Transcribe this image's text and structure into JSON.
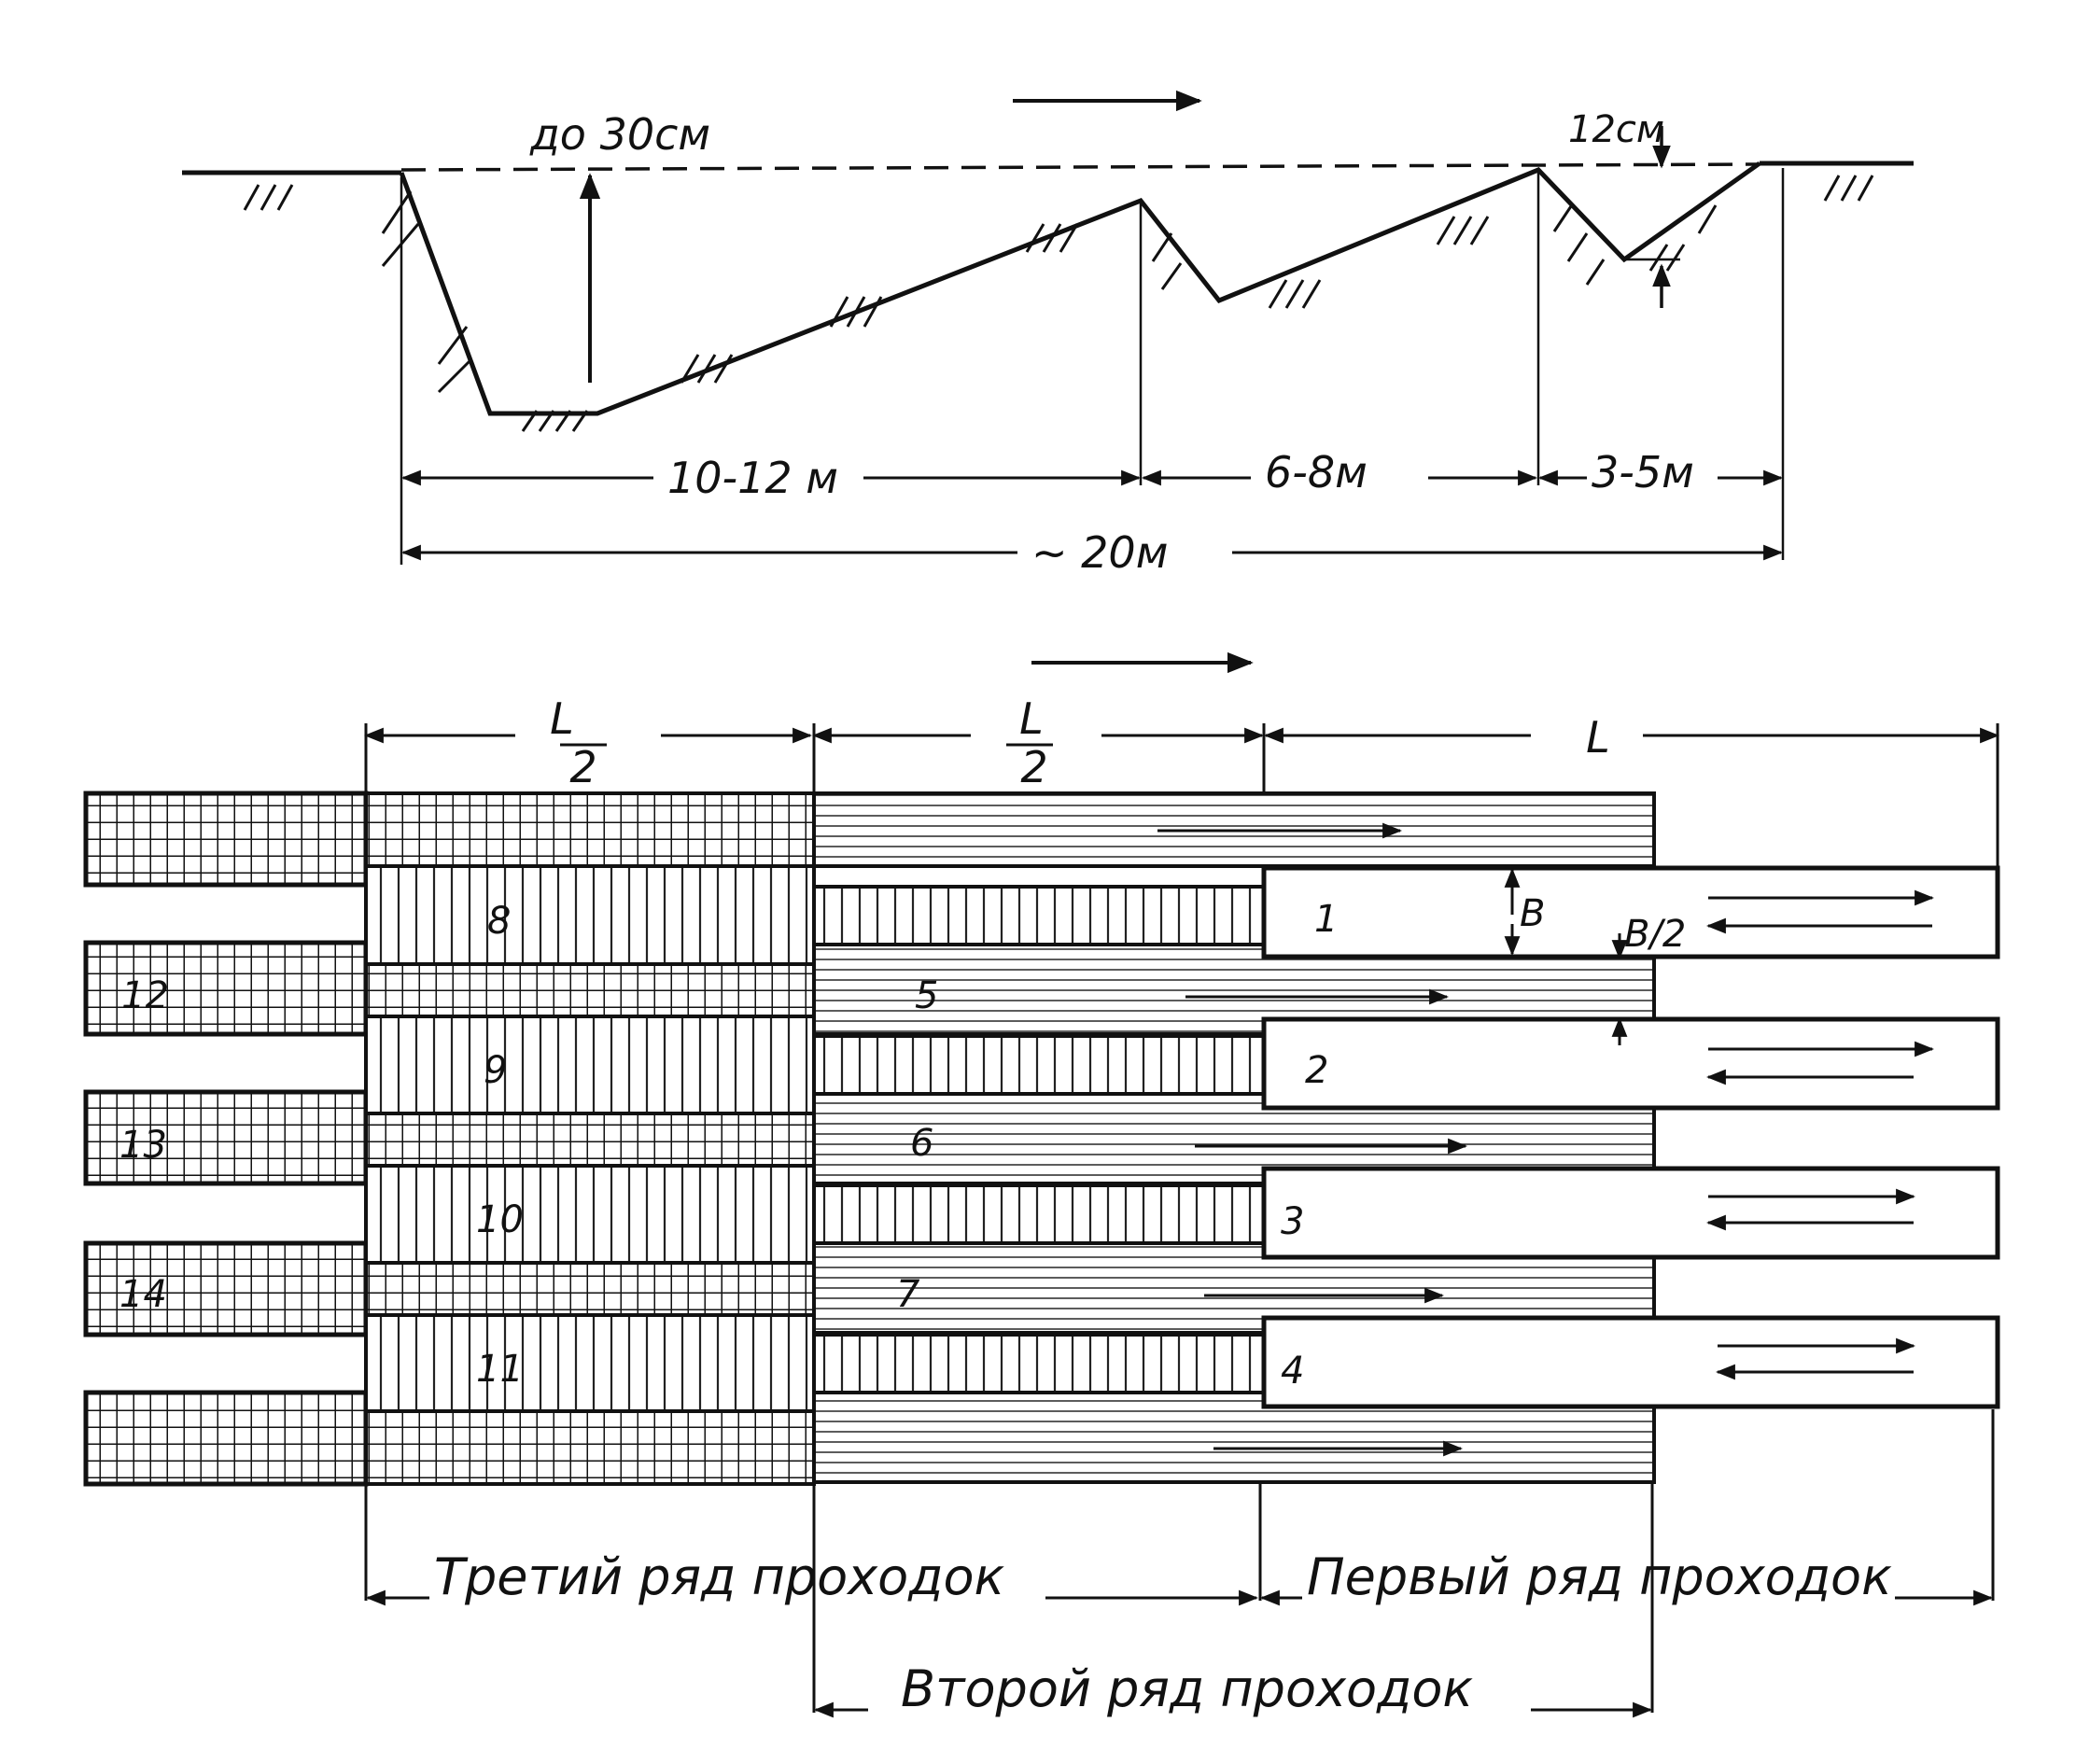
{
  "profile": {
    "depth_label": "до 30см",
    "small_depth_label": "12см",
    "seg1": "10-12 м",
    "seg2": "6-8м",
    "seg3": "3-5м",
    "total": "~ 20м"
  },
  "plan": {
    "dim_half_1": {
      "num": "L",
      "den": "2"
    },
    "dim_half_2": {
      "num": "L",
      "den": "2"
    },
    "dim_full": "L",
    "strip_width_label": "B",
    "half_width_label": "B/2",
    "passes": {
      "p1": "1",
      "p2": "2",
      "p3": "3",
      "p4": "4",
      "p5": "5",
      "p6": "6",
      "p7": "7",
      "p8": "8",
      "p9": "9",
      "p10": "10",
      "p11": "11",
      "p12": "12",
      "p13": "13",
      "p14": "14"
    },
    "row_third": "Третий ряд проходок",
    "row_first": "Первый ряд проходок",
    "row_second": "Второй ряд проходок"
  }
}
